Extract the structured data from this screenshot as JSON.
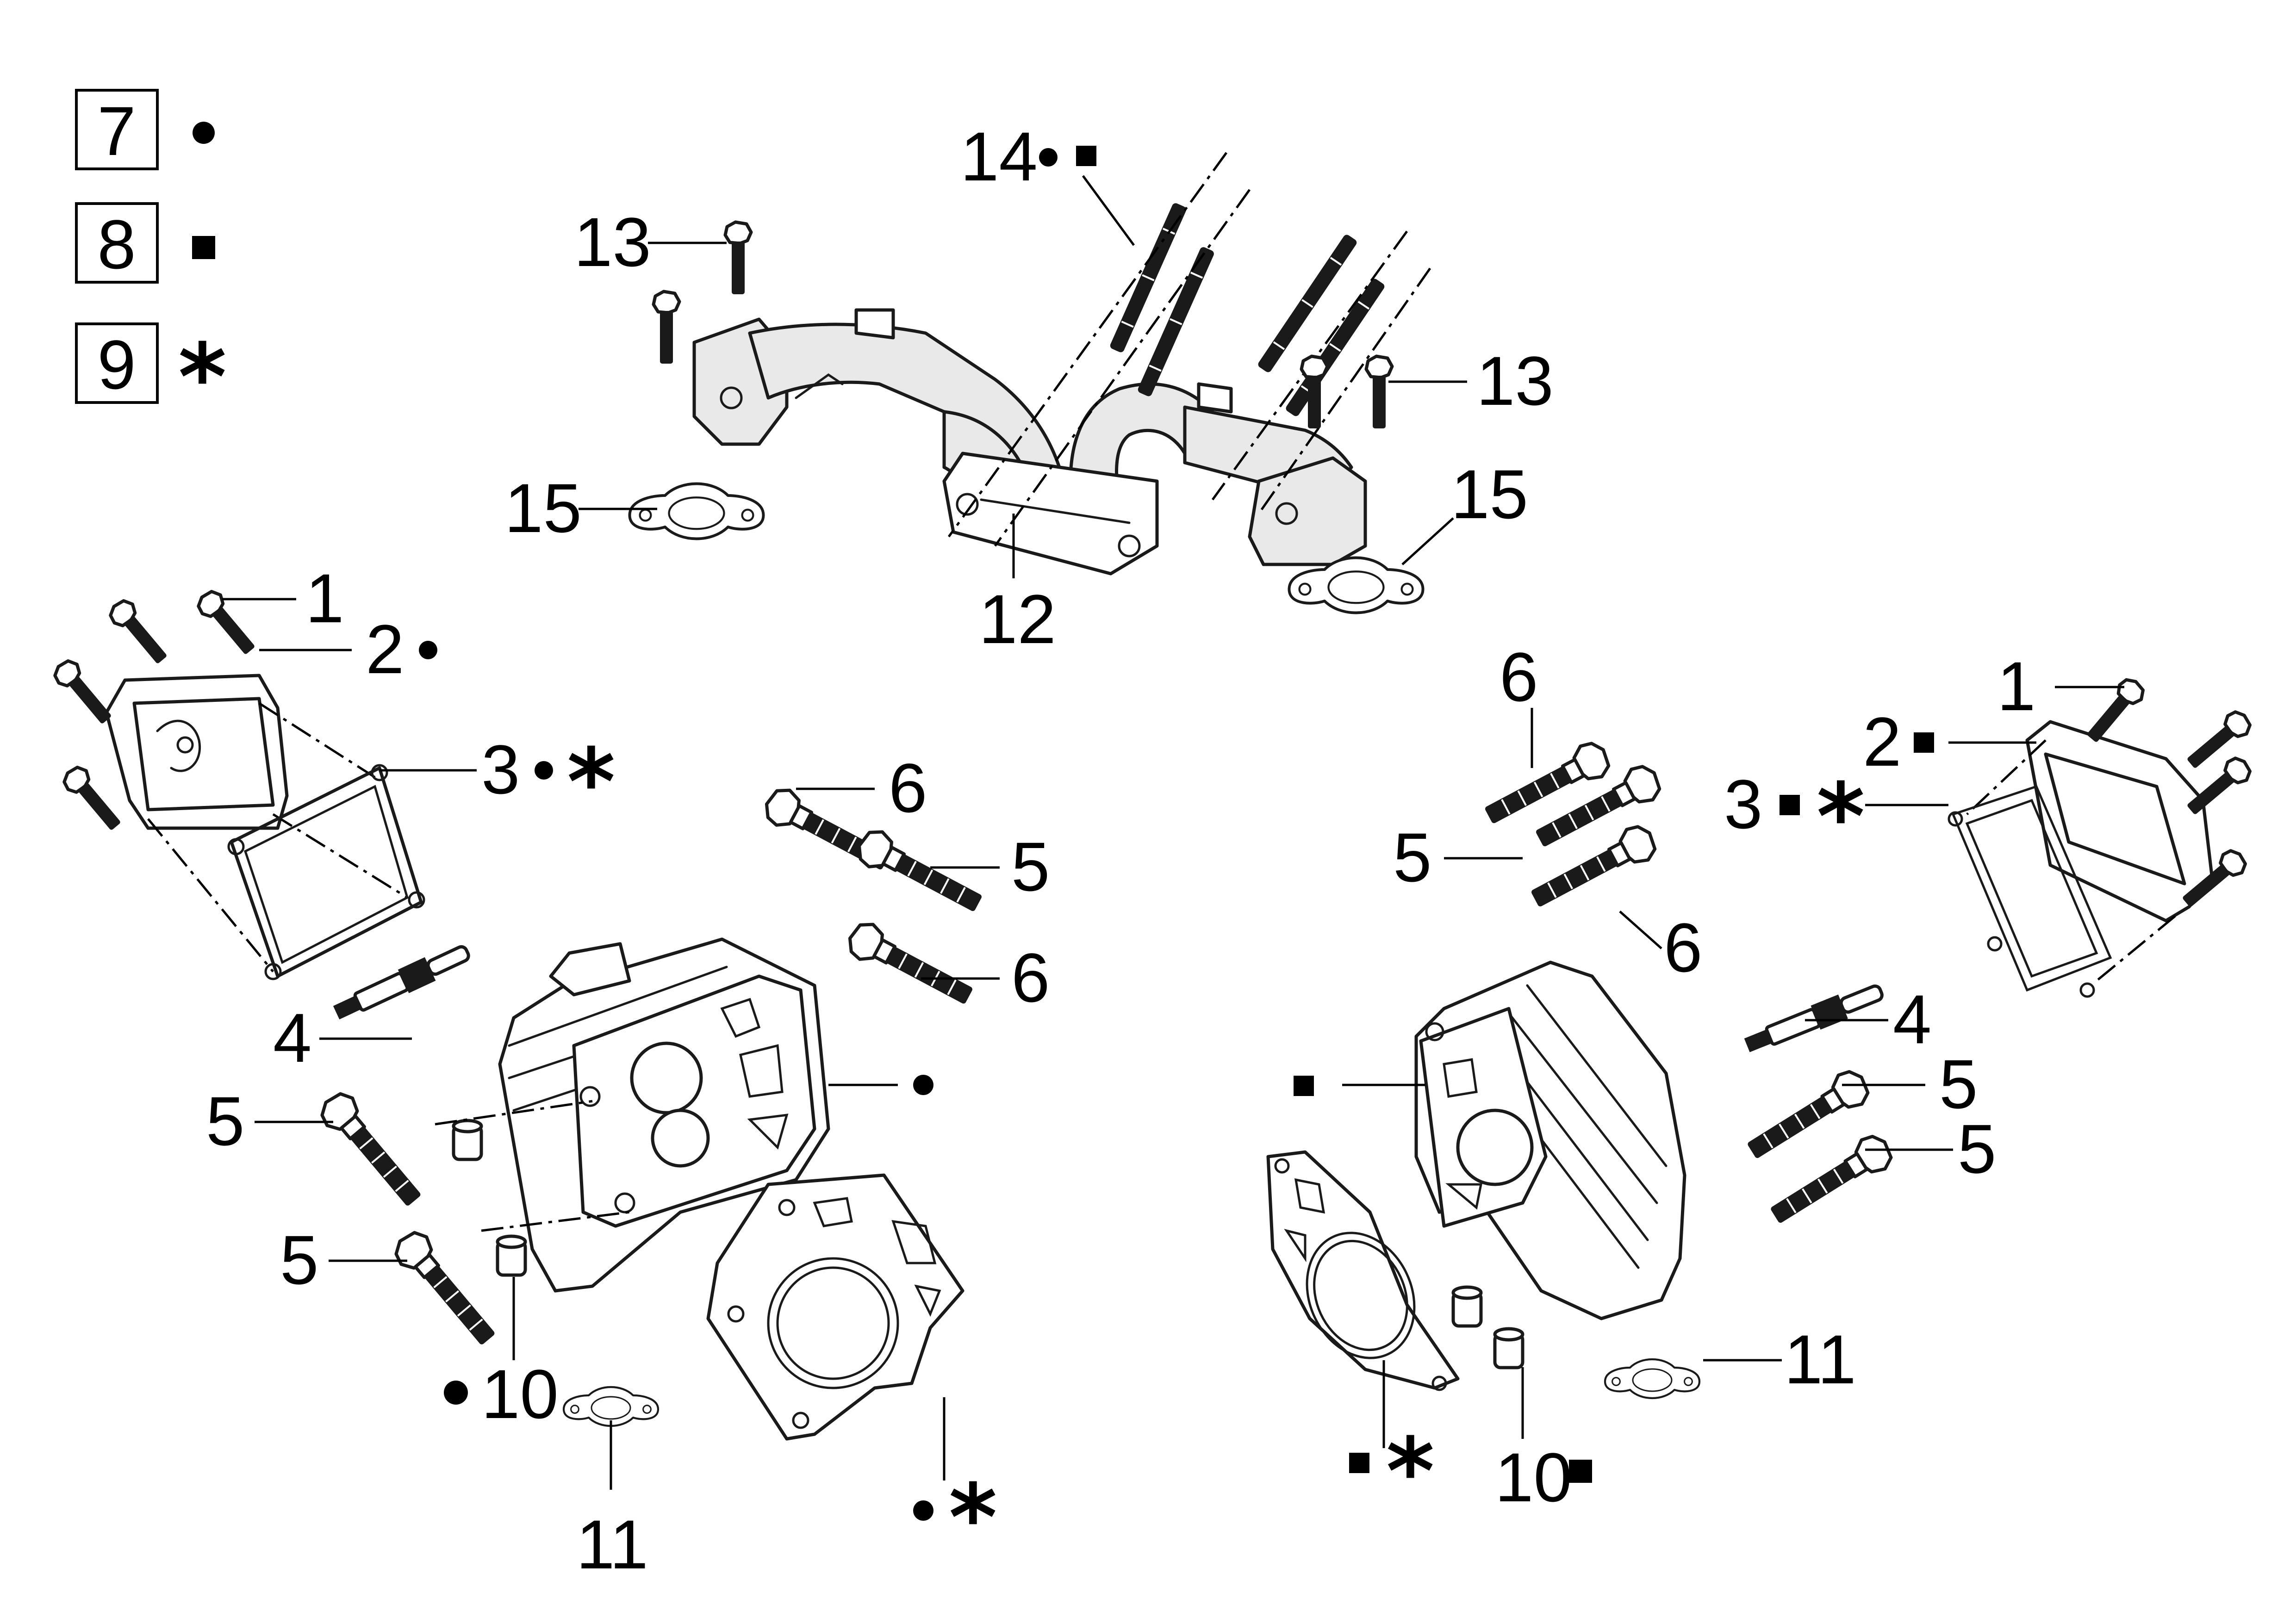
{
  "legend": [
    {
      "number": "7",
      "symbol": "circle"
    },
    {
      "number": "8",
      "symbol": "square"
    },
    {
      "number": "9",
      "symbol": "asterisk"
    }
  ],
  "callouts": {
    "c14": "14",
    "c13a": "13",
    "c13b": "13",
    "c15a": "15",
    "c15b": "15",
    "c12": "12",
    "l1": "1",
    "l2": "2",
    "l3": "3",
    "l4": "4",
    "l5a": "5",
    "l5b": "5",
    "l5c": "5",
    "l6a": "6",
    "l6b": "6",
    "l10": "10",
    "l11": "11",
    "r1": "1",
    "r2": "2",
    "r3": "3",
    "r4": "4",
    "r5a": "5",
    "r5b": "5",
    "r5c": "5",
    "r6a": "6",
    "r6b": "6",
    "r10": "10",
    "r11": "11"
  },
  "symbols": {
    "asterisk": "*"
  },
  "colors": {
    "line": "#000000",
    "fill": "#ffffff",
    "shade": "#e9e9e9"
  }
}
